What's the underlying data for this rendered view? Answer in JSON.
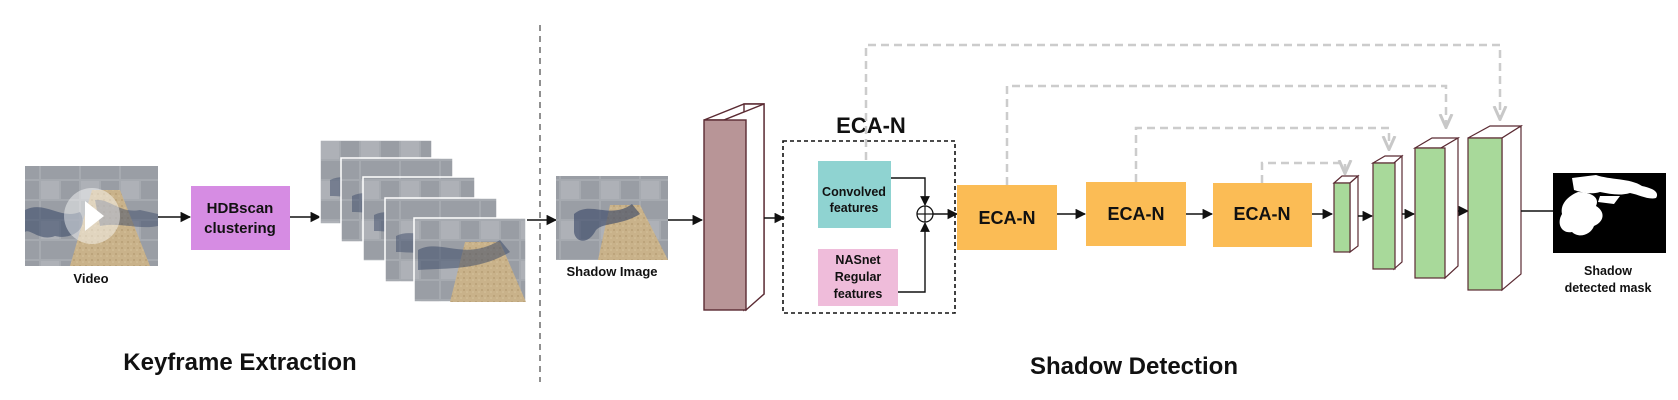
{
  "sections": {
    "keyframe_title": "Keyframe Extraction",
    "detection_title": "Shadow Detection"
  },
  "labels": {
    "video": "Video",
    "hdbscan_line1": "HDBscan",
    "hdbscan_line2": "clustering",
    "shadow_image": "Shadow Image",
    "eca_title": "ECA-N",
    "convolved_line1": "Convolved",
    "convolved_line2": "features",
    "nasnet_line1": "NASnet",
    "nasnet_line2": "Regular",
    "nasnet_line3": "features",
    "eca_block_1": "ECA-N",
    "eca_block_2": "ECA-N",
    "eca_block_3": "ECA-N",
    "mask_line1": "Shadow",
    "mask_line2": "detected mask"
  },
  "colors": {
    "hdbscan": "#d68ce3",
    "convolved": "#8fd3d1",
    "nasnet": "#efbcda",
    "eca_block": "#fbbc55",
    "feature_block": "#b89597",
    "decoder_block": "#a8d99a",
    "skip_line": "#cccccc",
    "road": "#9ea2a8"
  },
  "icons": {
    "play": "play-icon",
    "sum": "circled-plus-icon"
  }
}
